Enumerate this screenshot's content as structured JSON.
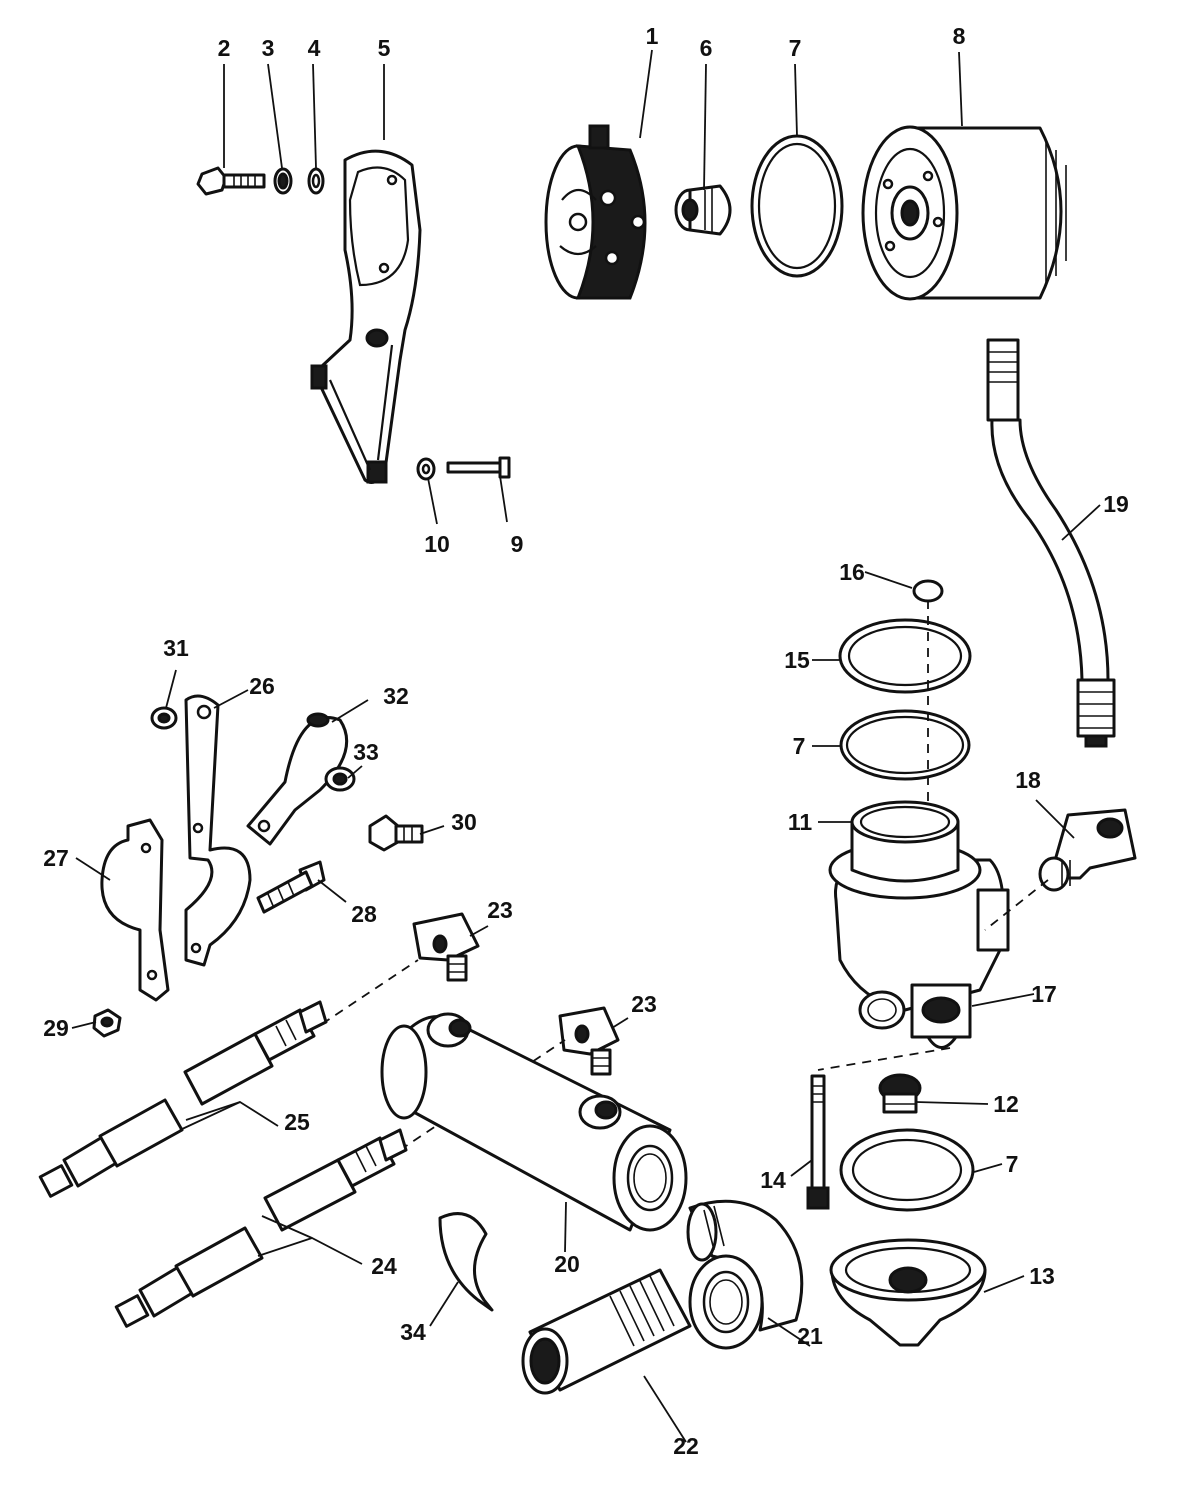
{
  "diagram": {
    "colors": {
      "ink": "#111111",
      "paper": "#ffffff"
    },
    "callouts": {
      "c1": "1",
      "c2": "2",
      "c3": "3",
      "c4": "4",
      "c5": "5",
      "c6": "6",
      "c7a": "7",
      "c7b": "7",
      "c7c": "7",
      "c8": "8",
      "c9": "9",
      "c10": "10",
      "c11": "11",
      "c12": "12",
      "c13": "13",
      "c14": "14",
      "c15": "15",
      "c16": "16",
      "c17": "17",
      "c18": "18",
      "c19": "19",
      "c20": "20",
      "c21": "21",
      "c22": "22",
      "c23a": "23",
      "c23b": "23",
      "c24": "24",
      "c25": "25",
      "c26": "26",
      "c27": "27",
      "c28": "28",
      "c29": "29",
      "c30": "30",
      "c31": "31",
      "c32": "32",
      "c33": "33",
      "c34": "34"
    }
  }
}
